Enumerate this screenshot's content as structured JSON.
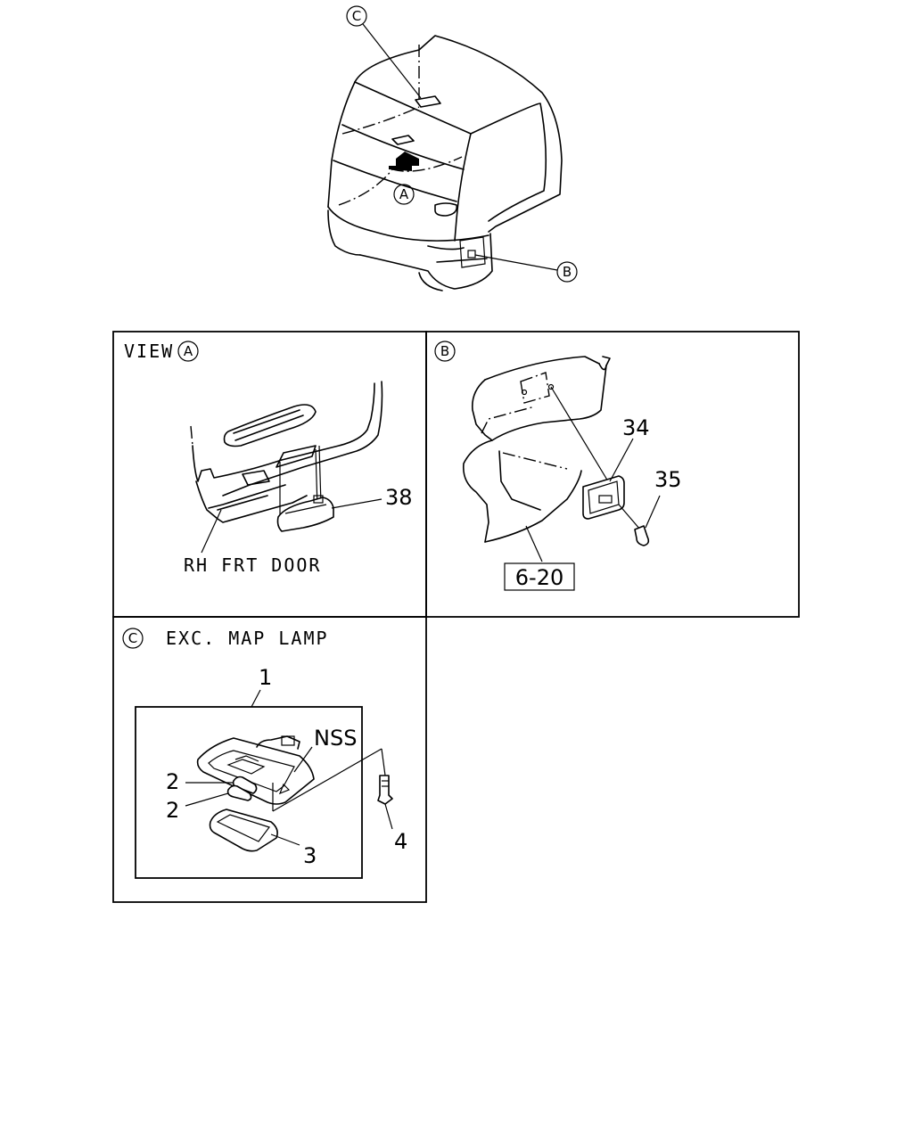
{
  "overview": {
    "callout_c": "C",
    "callout_a": "A",
    "callout_b": "B"
  },
  "panels": {
    "view_a": {
      "title_prefix": "VIEW",
      "title_circle": "A",
      "label_door": "RH FRT DOOR",
      "part_38": "38"
    },
    "view_b": {
      "title_circle": "B",
      "part_34": "34",
      "part_35": "35",
      "ref_box": "6-20"
    },
    "view_c": {
      "title_circle": "C",
      "title_text": "EXC. MAP LAMP",
      "part_1": "1",
      "label_nss": "NSS",
      "part_2a": "2",
      "part_2b": "2",
      "part_3": "3",
      "part_4": "4"
    }
  }
}
